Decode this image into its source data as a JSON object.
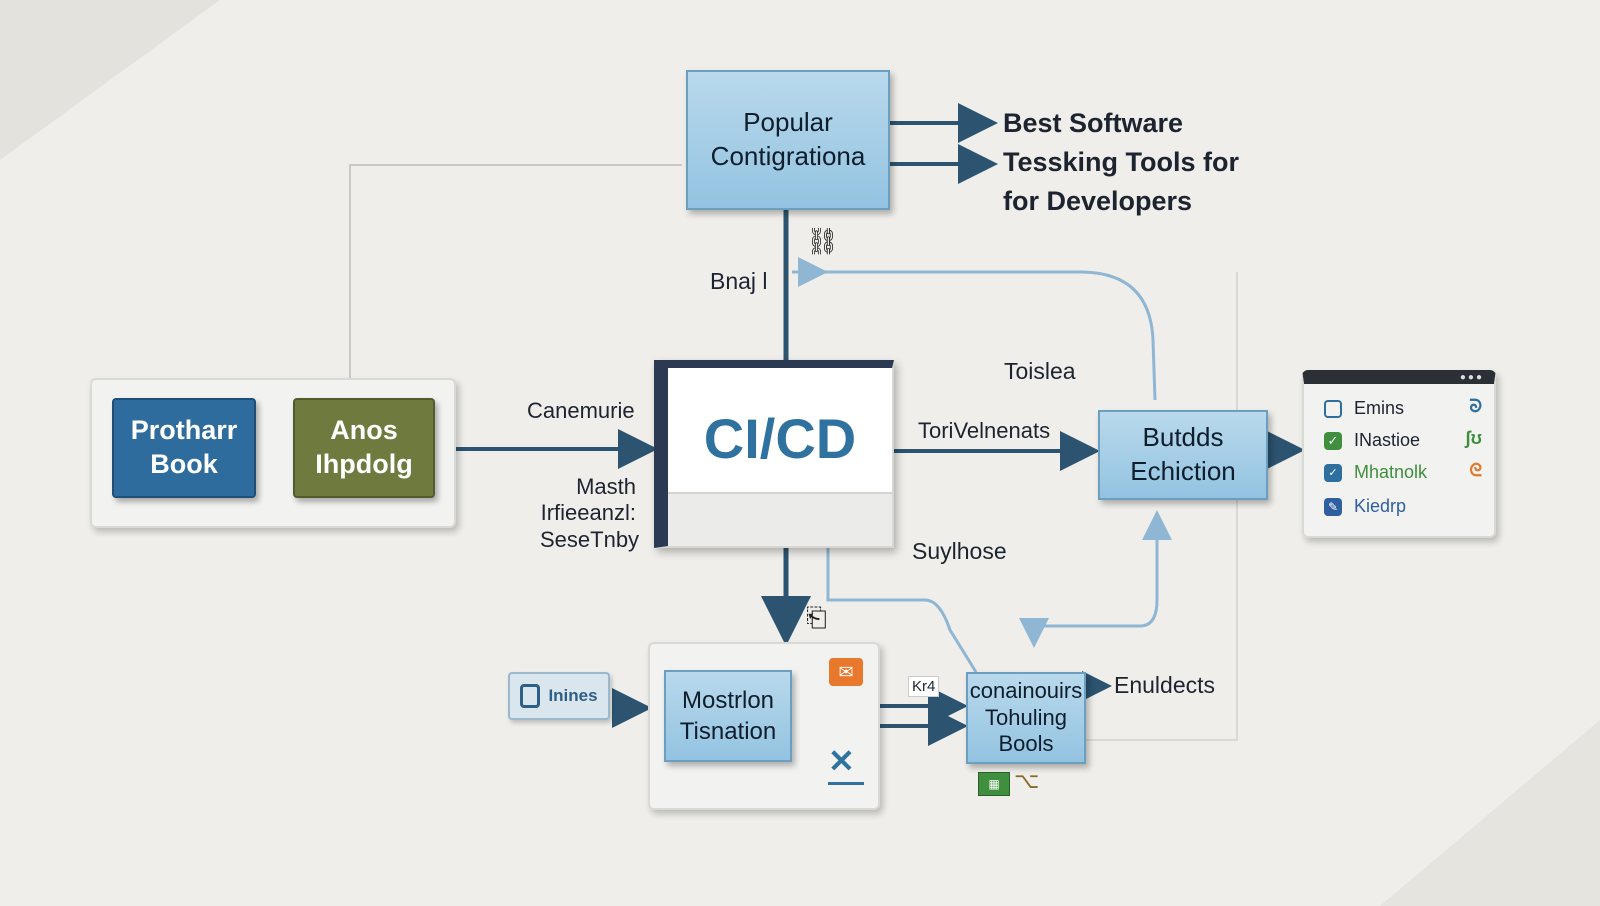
{
  "nodes": {
    "popular": "Popular\nContigrationa",
    "cicd": "CI/CD",
    "builds": "Butdds\nEchiction",
    "prothar": "Protharr\nBook",
    "anos": "Anos\nIhpdolg",
    "mostrion": "Mostrlon\nTisnation",
    "continuous": "conainouirs\nTohuling\nBools",
    "inines": "Inines"
  },
  "labels": {
    "best_software": "Best Software\nTessking Tools for\nfor Developers",
    "bnai": "Bnaj l",
    "toislea": "Toislea",
    "canemurie": "Canemurie",
    "torivelnenats": "ToriVelnenats",
    "masth": "Masth\nIrfieeanzl:\nSeseTnby",
    "suylhose": "Suylhose",
    "enuldects": "Enuldects",
    "kh": "Kr4"
  },
  "tools_panel": {
    "items": [
      {
        "label": "Emins",
        "icon": "box-icon",
        "color": "#2f6f9f",
        "right": "ᘐ"
      },
      {
        "label": "INastioe",
        "icon": "check-icon",
        "color": "#3f8f3f",
        "right": "ʃʊ"
      },
      {
        "label": "Mhatnolk",
        "icon": "chevron-icon",
        "color": "#3f8f3f",
        "right": "ᘓ"
      },
      {
        "label": "Kiedrp",
        "icon": "pen-icon",
        "color": "#2f5f9f",
        "right": ""
      }
    ]
  },
  "colors": {
    "wire_dark": "#2c5470",
    "wire_light": "#8fb6d3",
    "prothar": "#2f6c9e",
    "anos": "#6f7a3e",
    "cicd_text": "#2f72a0"
  }
}
